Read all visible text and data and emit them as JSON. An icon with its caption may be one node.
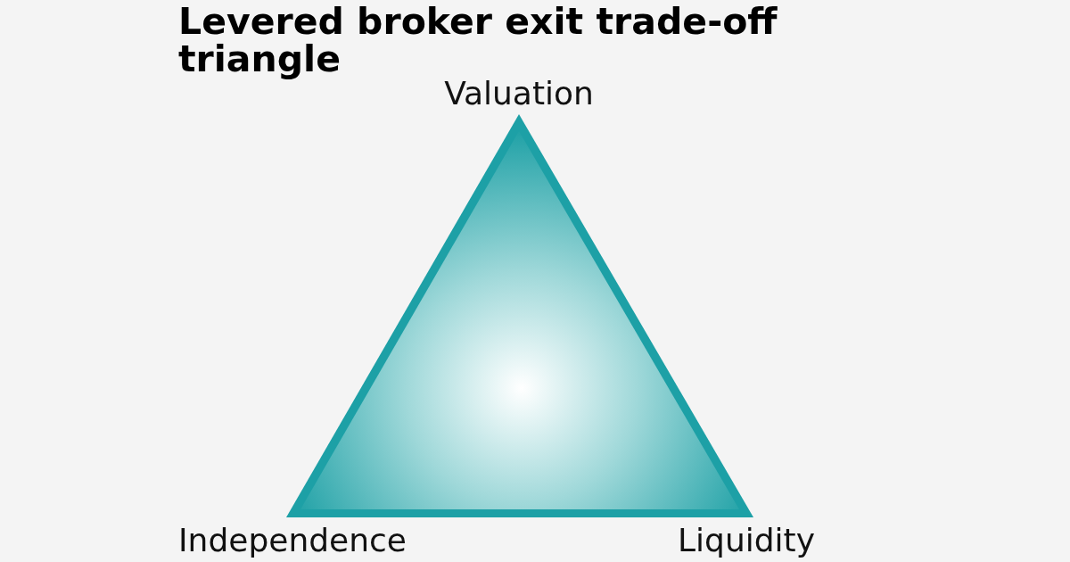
{
  "diagram": {
    "title": "Levered broker exit trade-off triangle",
    "labels": [
      "Valuation",
      "Independence",
      "Liquidity"
    ]
  }
}
